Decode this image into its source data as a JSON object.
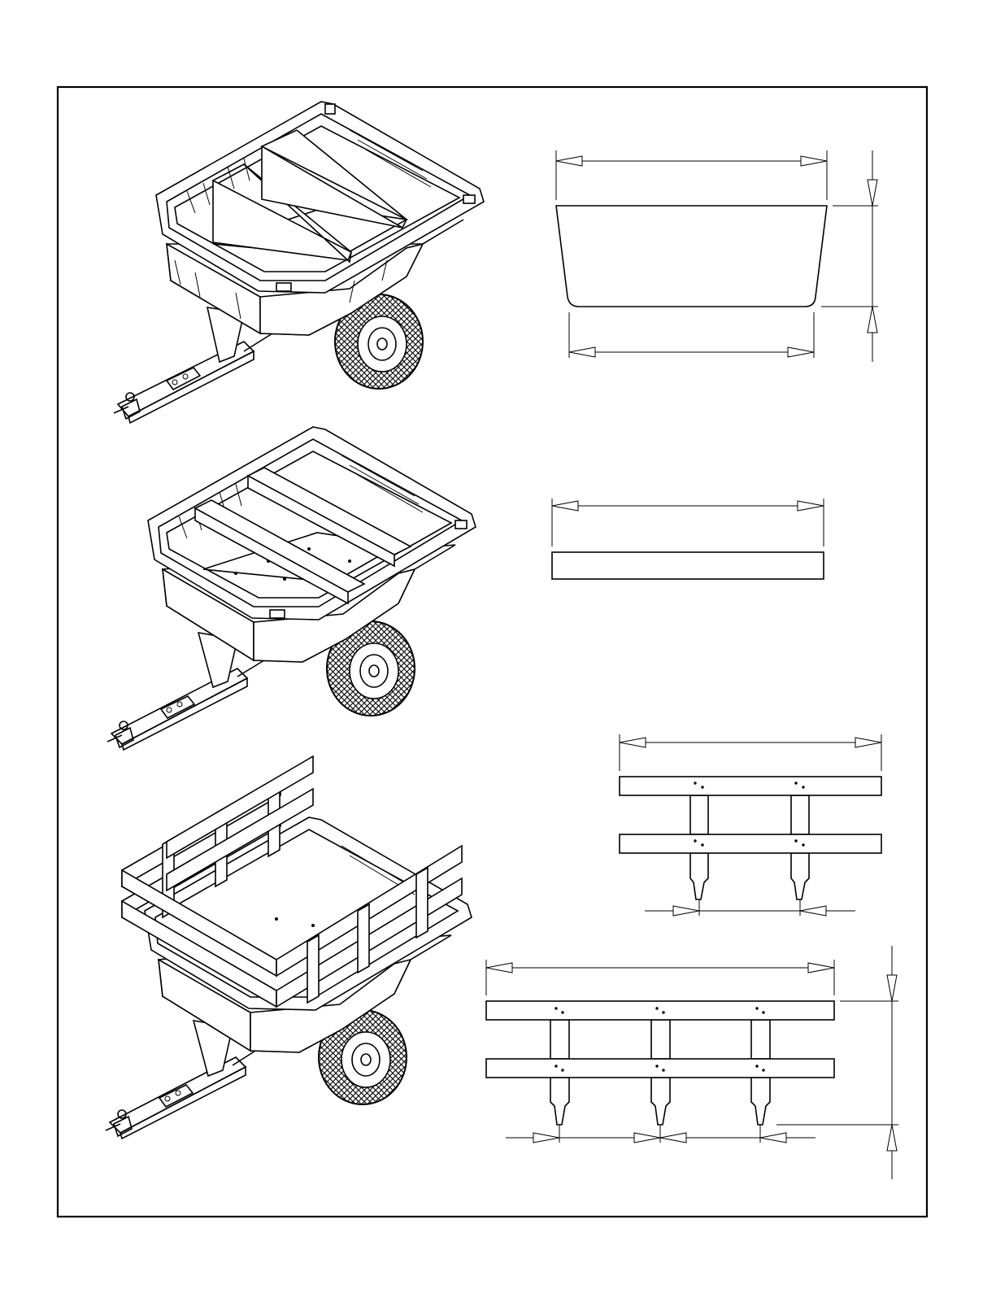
{
  "sheet": {
    "border_color": "#000000",
    "background": "#ffffff"
  },
  "figures": [
    {
      "id": "cart-with-dividers",
      "icon": "dump-cart-with-divider-panels-icon"
    },
    {
      "id": "cart-with-cross-bars",
      "icon": "dump-cart-with-cross-bars-icon"
    },
    {
      "id": "cart-with-side-rails",
      "icon": "dump-cart-with-stake-side-rails-icon"
    }
  ],
  "dimension_views": [
    {
      "id": "divider-panel",
      "icon": "trapezoid-panel-dimension-icon"
    },
    {
      "id": "cross-bar",
      "icon": "flat-bar-dimension-icon"
    },
    {
      "id": "short-side-rail",
      "icon": "two-stake-rail-dimension-icon"
    },
    {
      "id": "long-side-rail",
      "icon": "three-stake-rail-dimension-icon"
    }
  ]
}
